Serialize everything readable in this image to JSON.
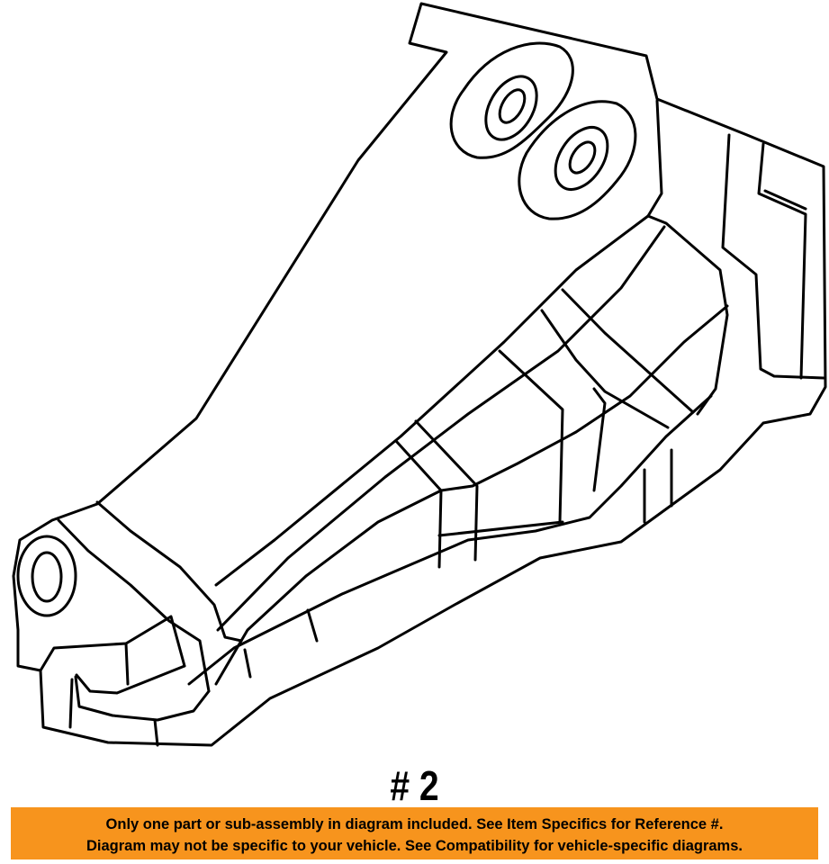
{
  "diagram": {
    "part_label": "# 2"
  },
  "disclaimer": {
    "line1": "Only one part or sub-assembly in diagram included. See Item Specifics for Reference #.",
    "line2": "Diagram may not be specific to your vehicle. See Compatibility for vehicle-specific diagrams.",
    "background_color": "#f7941d"
  }
}
